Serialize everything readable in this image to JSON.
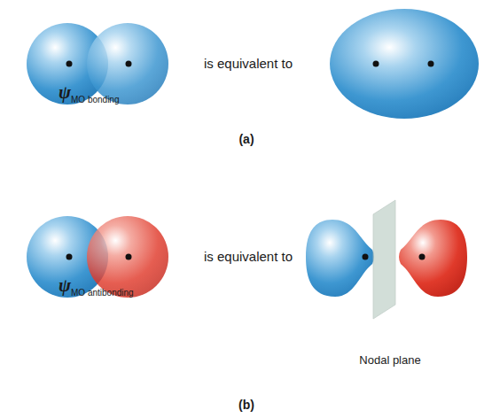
{
  "diagram": {
    "labels": [
      "ψ",
      "MO bonding",
      "is equivalent to",
      "(a)",
      "ψ",
      "MO antibonding",
      "is equivalent to",
      "Nodal plane",
      "(b)"
    ]
  }
}
